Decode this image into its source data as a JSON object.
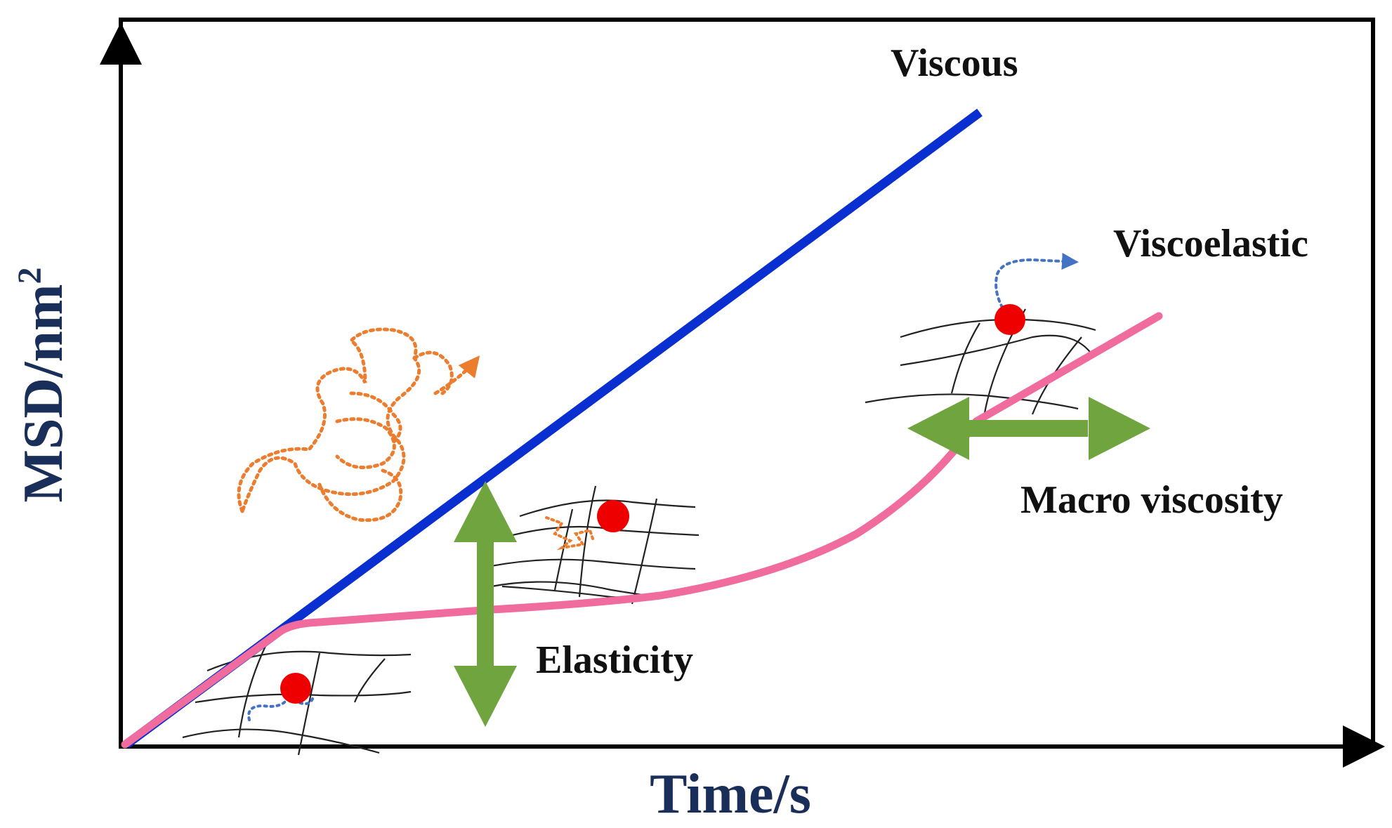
{
  "axes": {
    "x_label": "Time/s",
    "y_label_main": "MSD/nm",
    "y_label_sup": "2"
  },
  "labels": {
    "viscous": "Viscous",
    "viscoelastic": "Viscoelastic",
    "elasticity": "Elasticity",
    "macro_viscosity": "Macro viscosity"
  },
  "colors": {
    "viscous_line": "#0a2fd0",
    "viscoelastic_line": "#f06b9e",
    "arrow": "#6fa43f",
    "particle": "#ee0000",
    "orange_path": "#ec7d2e",
    "blue_path": "#4472c4",
    "axis_title": "#1a2e5a"
  }
}
